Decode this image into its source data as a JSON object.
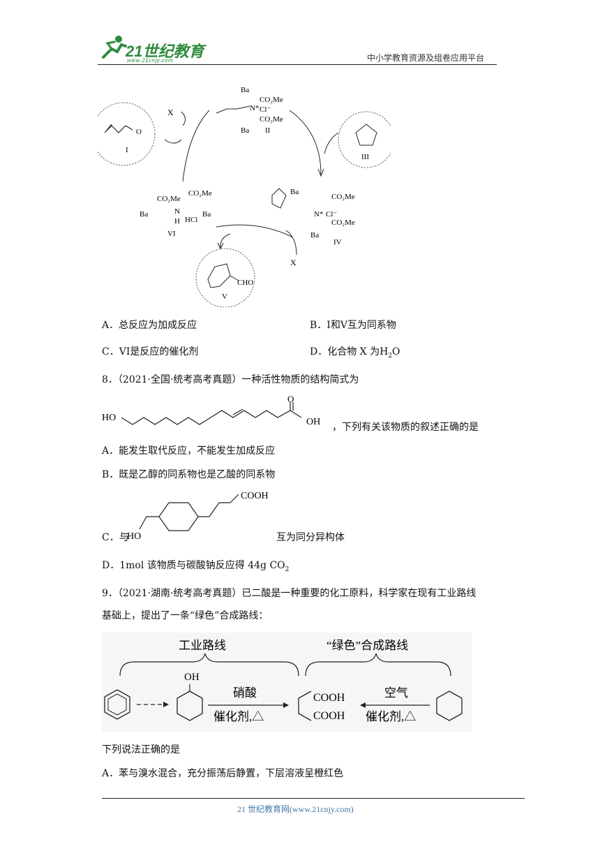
{
  "header": {
    "logo_text": "21世纪教育",
    "logo_url": "www.21cnjy.com",
    "platform": "中小学教育资源及组卷应用平台"
  },
  "diagram": {
    "compound_I": "I",
    "compound_II": "II",
    "compound_III": "III",
    "compound_IV": "IV",
    "compound_V": "V",
    "compound_VI": "VI",
    "x1": "X",
    "x2": "X",
    "ba": "Ba",
    "co2me": "CO₂Me",
    "cl": "Cl⁻",
    "nstar": "N*",
    "hcl": "HCl",
    "nh_n": "N",
    "nh_h": "H",
    "o": "O",
    "cho": "CHO"
  },
  "q7_options": {
    "A": "A．总反应为加成反应",
    "B": "B．I和V互为同系物",
    "C": "C．VI是反应的催化剂",
    "D_prefix": "D．化合物 X 为",
    "D_formula": "H",
    "D_sub": "2",
    "D_o": "O"
  },
  "q8": {
    "stem": "8．（2021·全国·统考高考真题）一种活性物质的结构简式为",
    "ho": "HO",
    "o_top": "O",
    "oh": "OH",
    "tail": "，下列有关该物质的叙述正确的是",
    "A": "A．能发生取代反应，不能发生加成反应",
    "B": "B．既是乙醇的同系物也是乙酸的同系物",
    "C_prefix": "C．与",
    "C_ho": "HO",
    "C_cooh": "COOH",
    "C_suffix": "互为同分异构体",
    "D_prefix": "D．1mol 该物质与碳酸钠反应得 44g CO",
    "D_sub": "2"
  },
  "q9": {
    "stem_line1": "9．（2021·湖南·统考高考真题）已二酸是一种重要的化工原料，科学家在现有工业路线",
    "stem_line2": "基础上，提出了一条“绿色”合成路线：",
    "industrial_route": "工业路线",
    "green_route": "“绿色”合成路线",
    "oh": "OH",
    "nitric_acid": "硝酸",
    "catalyst1": "催化剂,△",
    "cooh1": "COOH",
    "cooh2": "COOH",
    "air": "空气",
    "catalyst2": "催化剂,△",
    "which": "下列说法正确的是",
    "A": "A．苯与溴水混合，充分振荡后静置，下层溶液呈橙红色"
  },
  "footer": {
    "text": "21 世纪教育网(www.21cnjy.com)"
  }
}
